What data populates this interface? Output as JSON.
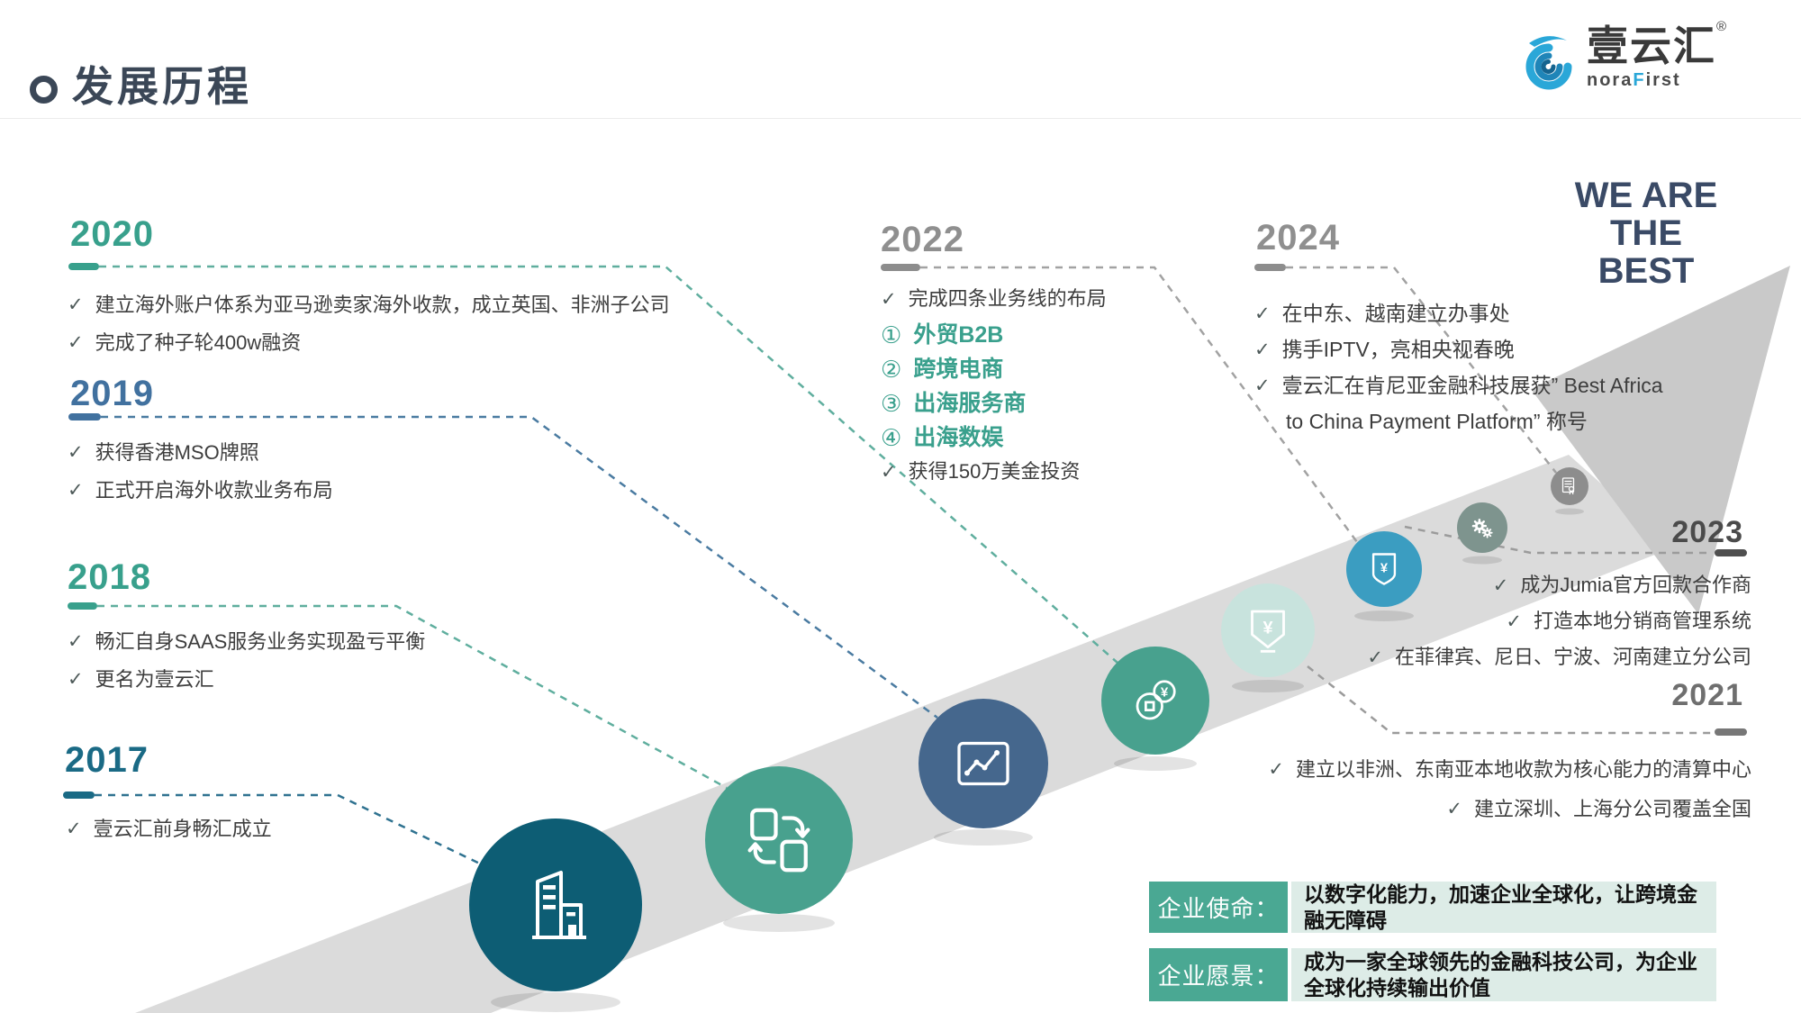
{
  "header": {
    "title": "发展历程"
  },
  "logo": {
    "brand": "壹云汇",
    "registered": "®",
    "wordmark_prefix": "nora",
    "wordmark_accent": "F",
    "wordmark_suffix": "irst"
  },
  "slogan": {
    "line1": "WE ARE",
    "line2": "THE BEST"
  },
  "icons": {
    "check": "✓"
  },
  "years": {
    "y2017": {
      "label": "2017",
      "items": [
        "壹云汇前身畅汇成立"
      ]
    },
    "y2018": {
      "label": "2018",
      "items": [
        "畅汇自身SAAS服务业务实现盈亏平衡",
        "更名为壹云汇"
      ]
    },
    "y2019": {
      "label": "2019",
      "items": [
        "获得香港MSO牌照",
        "正式开启海外收款业务布局"
      ]
    },
    "y2020": {
      "label": "2020",
      "items": [
        "建立海外账户体系为亚马逊卖家海外收款，成立英国、非洲子公司",
        "完成了种子轮400w融资"
      ]
    },
    "y2021": {
      "label": "2021",
      "items": [
        "建立以非洲、东南亚本地收款为核心能力的清算中心",
        "建立深圳、上海分公司覆盖全国"
      ]
    },
    "y2022": {
      "label": "2022",
      "intro": "完成四条业务线的布局",
      "numbered": [
        {
          "num": "①",
          "text": "外贸B2B"
        },
        {
          "num": "②",
          "text": "跨境电商"
        },
        {
          "num": "③",
          "text": "出海服务商"
        },
        {
          "num": "④",
          "text": "出海数娱"
        }
      ],
      "outro": "获得150万美金投资"
    },
    "y2023": {
      "label": "2023",
      "items": [
        "成为Jumia官方回款合作商",
        "打造本地分销商管理系统",
        "在菲律宾、尼日、宁波、河南建立分公司"
      ]
    },
    "y2024": {
      "label": "2024",
      "items": [
        "在中东、越南建立办事处",
        "携手IPTV，亮相央视春晚",
        "壹云汇在肯尼亚金融科技展获” Best Africa",
        "to China Payment Platform” 称号"
      ]
    }
  },
  "mission": {
    "label": "企业使命：",
    "text": "以数字化能力，加速企业全球化，让跨境金融无障碍"
  },
  "vision": {
    "label": "企业愿景：",
    "text": "成为一家全球领先的金融科技公司，为企业全球化持续输出价值"
  },
  "colors": {
    "teal": "#38a08c",
    "blue": "#41719f",
    "dark_teal": "#1a6a85",
    "gray_year": "#8f8f8f",
    "navy_title": "#3b4757",
    "slogan_navy": "#3a4a66",
    "arrow_band": "#dbdbdb",
    "arrow_head": "#c9c9c9",
    "circle_2017": "#0d5d74",
    "circle_2018": "#48a18e",
    "circle_2019": "#45678d",
    "circle_2020": "#48a18e",
    "circle_2021": "#c8e3dd",
    "circle_2022": "#3b9dc1",
    "circle_2023": "#7e948e",
    "circle_2024": "#8d8d8d",
    "box_teal": "#4aa893",
    "box_light": "#ddece7",
    "logo_blue": "#2aa7d8"
  }
}
